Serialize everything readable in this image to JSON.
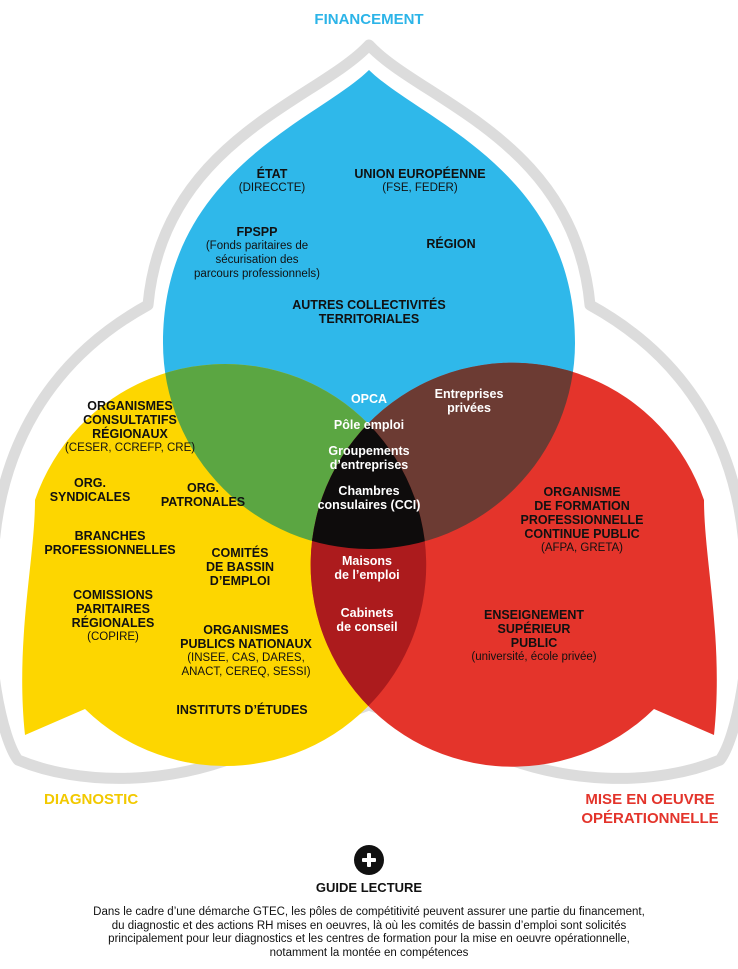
{
  "titles": {
    "top": "FINANCEMENT",
    "left": "DIAGNOSTIC",
    "right_line1": "MISE EN OEUVRE",
    "right_line2": "OPÉRATIONNELLE"
  },
  "colors": {
    "financement": "#2fb8ea",
    "diagnostic": "#fdd600",
    "mise_en_oeuvre": "#e4342b",
    "financement_diagnostic": "#5ba642",
    "financement_mise_en_oeuvre": "#6c3b33",
    "diagnostic_mise_en_oeuvre": "#ac1b1d",
    "center": "#0e0c0c",
    "outline": "#dcdcdc"
  },
  "financement": {
    "etat": {
      "title": "ÉTAT",
      "sub": "(DIRECCTE)"
    },
    "ue": {
      "title": "UNION EUROPÉENNE",
      "sub": "(FSE, FEDER)"
    },
    "fpspp": {
      "title": "FPSPP",
      "sub1": "(Fonds paritaires de",
      "sub2": "sécurisation des",
      "sub3": "parcours professionnels)"
    },
    "region": {
      "title": "RÉGION"
    },
    "autres": {
      "line1": "AUTRES COLLECTIVITÉS",
      "line2": "TERRITORIALES"
    }
  },
  "diagnostic": {
    "ocr": {
      "line1": "ORGANISMES",
      "line2": "CONSULTATIFS",
      "line3": "RÉGIONAUX",
      "sub": "(CESER, CCREFP, CRE)"
    },
    "syndicales": {
      "line1": "ORG.",
      "line2": "SYNDICALES"
    },
    "patronales": {
      "line1": "ORG.",
      "line2": "PATRONALES"
    },
    "branches": {
      "line1": "BRANCHES",
      "line2": "PROFESSIONNELLES"
    },
    "comites": {
      "line1": "COMITÉS",
      "line2": "DE BASSIN",
      "line3": "D’EMPLOI"
    },
    "copire": {
      "line1": "COMISSIONS",
      "line2": "PARITAIRES",
      "line3": "RÉGIONALES",
      "sub": "(COPIRE)"
    },
    "opn": {
      "line1": "ORGANISMES",
      "line2": "PUBLICS NATIONAUX",
      "sub1": "(INSEE, CAS, DARES,",
      "sub2": "ANACT, CEREQ, SESSI)"
    },
    "instituts": {
      "title": "INSTITUTS D’ÉTUDES"
    }
  },
  "mise_en_oeuvre": {
    "ofp": {
      "line1": "ORGANISME",
      "line2": "DE FORMATION",
      "line3": "PROFESSIONNELLE",
      "line4": "CONTINUE PUBLIC",
      "sub": "(AFPA, GRETA)"
    },
    "esp": {
      "line1": "ENSEIGNEMENT",
      "line2": "SUPÉRIEUR",
      "line3": "PUBLIC",
      "sub": "(université, école privée)"
    }
  },
  "overlaps": {
    "entreprises": {
      "line1": "Entreprises",
      "line2": "privées"
    },
    "maisons": {
      "line1": "Maisons",
      "line2": "de l’emploi"
    },
    "cabinets": {
      "line1": "Cabinets",
      "line2": "de conseil"
    }
  },
  "center": {
    "opca": "OPCA",
    "pole": "Pôle emploi",
    "groupements1": "Groupements",
    "groupements2": "d’entreprises",
    "chambres1": "Chambres",
    "chambres2": "consulaires (CCI)"
  },
  "guide": {
    "title": "GUIDE LECTURE",
    "line1": "Dans le cadre d’une démarche GTEC, les pôles de compétitivité peuvent assurer une partie du financement,",
    "line2": "du diagnostic et des actions RH mises en oeuvres, là où les comités de bassin d’emploi sont solicités",
    "line3": "principalement pour leur diagnostics et les centres de formation pour la mise en oeuvre opérationnelle,",
    "line4": "notamment la montée en compétences"
  }
}
